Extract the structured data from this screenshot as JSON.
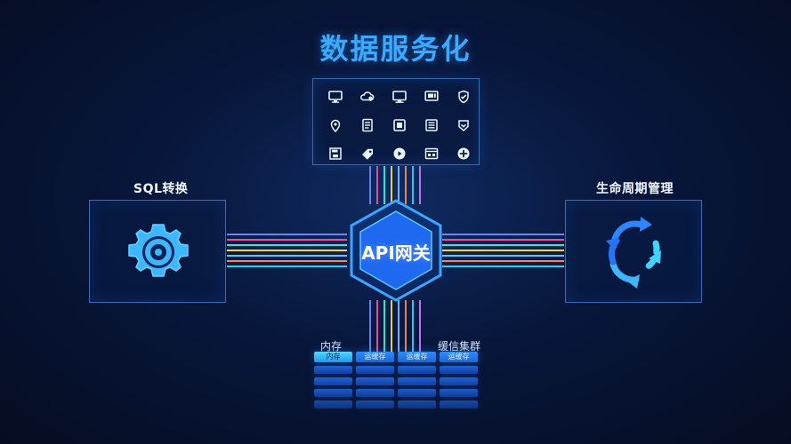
{
  "title": "数据服务化",
  "left_label": "SQL转换",
  "right_label": "生命周期管理",
  "center_label": "API网关",
  "storage": {
    "left_label": "内存",
    "right_label": "缓信集群",
    "top_labels": [
      "内存",
      "运缓存",
      "运缓存",
      "运缓存"
    ]
  },
  "icons": [
    "monitor-icon",
    "cloud-shield-icon",
    "desktop-icon",
    "display-icon",
    "shield-check-icon",
    "location-pin-icon",
    "document-icon",
    "square-icon",
    "list-icon",
    "chevron-down-badge-icon",
    "save-icon",
    "tag-icon",
    "play-circle-icon",
    "window-icon",
    "plus-circle-icon"
  ],
  "colors": {
    "accent": "#3aa9ff",
    "hex": "#2d7dff",
    "box_border": "#5da3ff"
  }
}
